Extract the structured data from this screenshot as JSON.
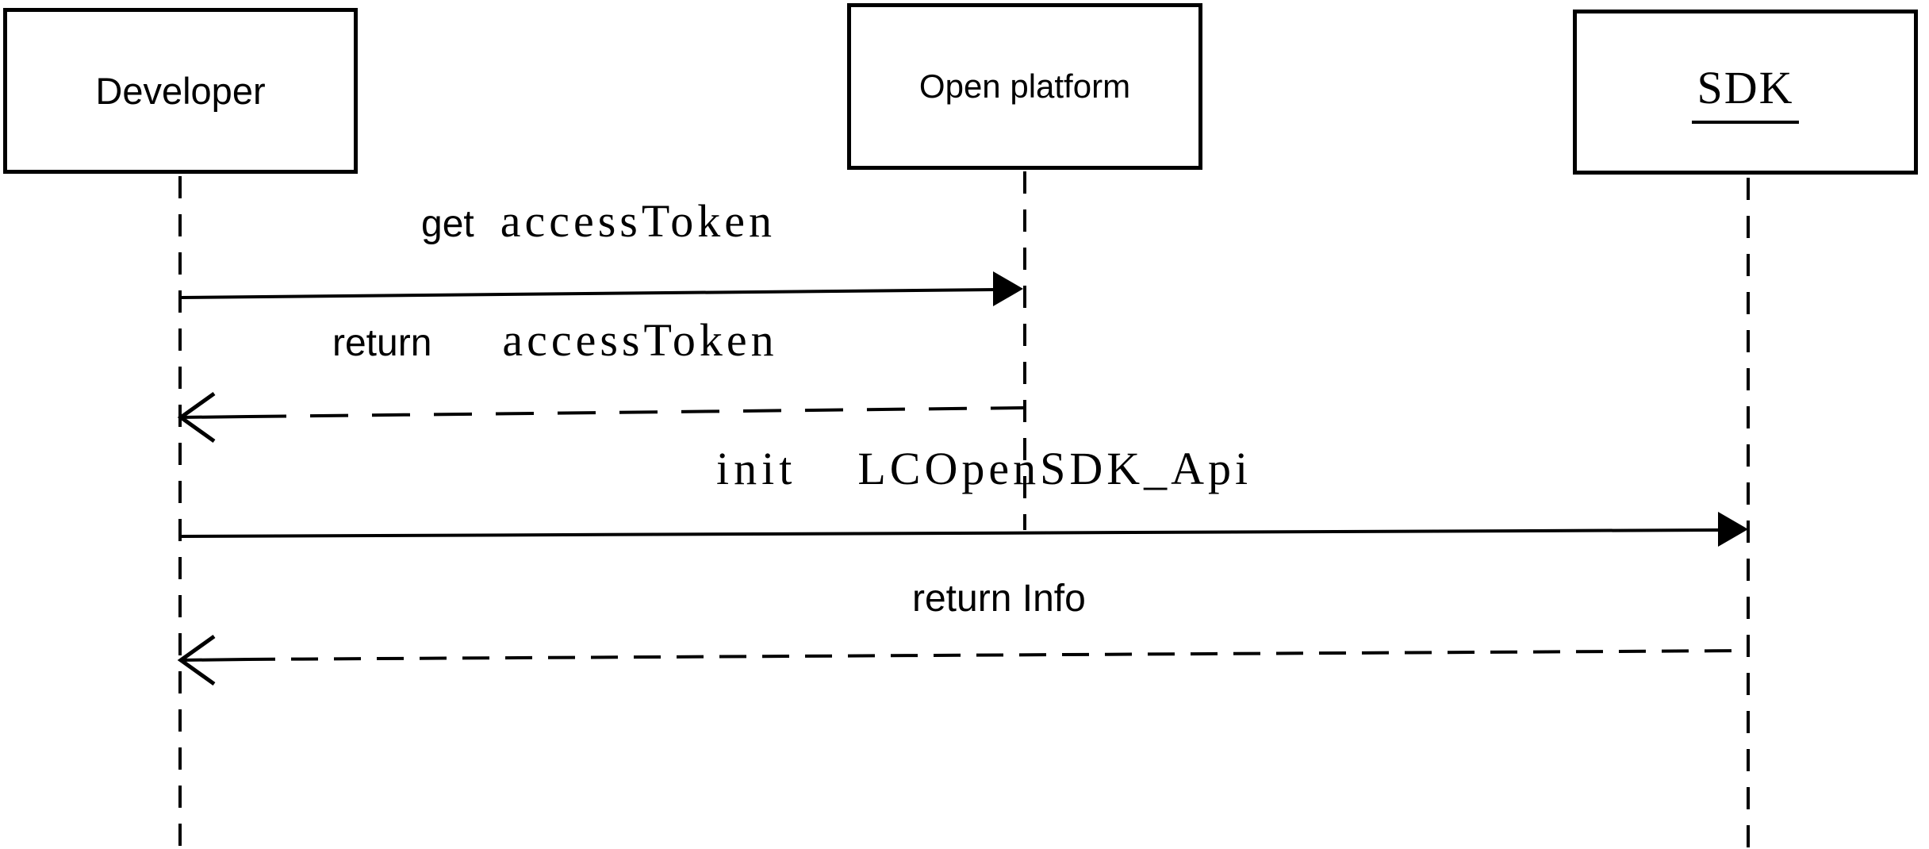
{
  "diagram": {
    "type": "sequence-diagram",
    "background_color": "#ffffff",
    "line_color": "#000000",
    "actors": [
      {
        "id": "developer",
        "label": "Developer",
        "underlined": false
      },
      {
        "id": "open-platform",
        "label": "Open platform",
        "underlined": false
      },
      {
        "id": "sdk",
        "label": "SDK",
        "underlined": true
      }
    ],
    "lifelines": [
      {
        "actor": "Developer",
        "style": "dashed",
        "extends_to_bottom": true
      },
      {
        "actor": "Open platform",
        "style": "dashed",
        "extends_to_bottom": false
      },
      {
        "actor": "SDK",
        "style": "dashed",
        "extends_to_bottom": true
      }
    ],
    "messages": [
      {
        "id": "get-access-token",
        "from": "Developer",
        "to": "Open platform",
        "line": "solid",
        "head": "filled",
        "verb": "get",
        "object": "accessToken"
      },
      {
        "id": "return-access-token",
        "from": "Open platform",
        "to": "Developer",
        "line": "dashed",
        "head": "open",
        "verb": "return",
        "object": "accessToken"
      },
      {
        "id": "init-sdk-api",
        "from": "Developer",
        "to": "SDK",
        "line": "solid",
        "head": "filled",
        "verb": "init",
        "object": "LCOpenSDK_Api"
      },
      {
        "id": "return-info",
        "from": "SDK",
        "to": "Developer",
        "line": "dashed",
        "head": "open",
        "verb": "return Info",
        "object": ""
      }
    ]
  }
}
